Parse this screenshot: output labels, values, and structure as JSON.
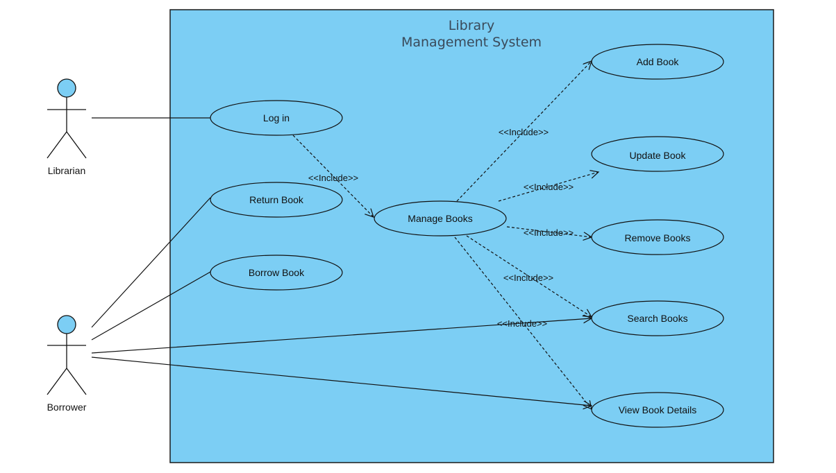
{
  "diagram": {
    "system": {
      "title_line1": "Library",
      "title_line2": "Management System",
      "fill": "#7ccef4",
      "stroke": "#1a1a1a"
    },
    "actors": {
      "librarian": {
        "label": "Librarian"
      },
      "borrower": {
        "label": "Borrower"
      }
    },
    "use_cases": {
      "login": "Log in",
      "return_book": "Return Book",
      "borrow_book": "Borrow Book",
      "manage_books": "Manage Books",
      "add_book": "Add Book",
      "update_book": "Update Book",
      "remove_books": "Remove Books",
      "search_books": "Search Books",
      "view_book_details": "View Book Details"
    },
    "relationships": {
      "include_label": "<<Include>>"
    },
    "colors": {
      "actor_head": "#7ccef4",
      "line": "#111111"
    }
  }
}
